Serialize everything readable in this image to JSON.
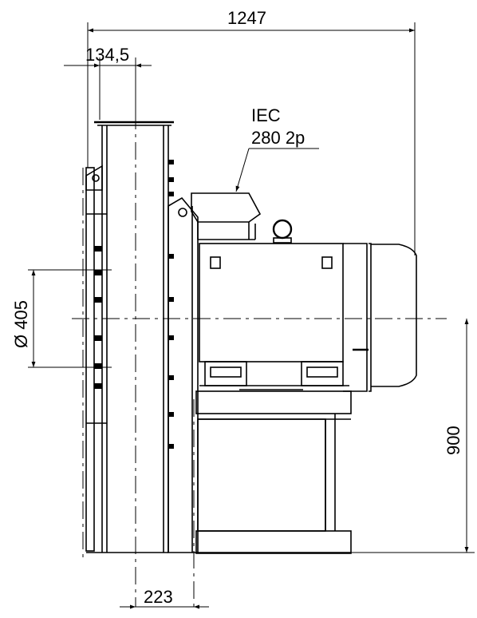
{
  "dimensions": {
    "overall_length": "1247",
    "flange_offset": "134,5",
    "outlet_diameter": "Ø 405",
    "shaft_height": "900",
    "base_offset": "223"
  },
  "motor_label": {
    "line1": "IEC",
    "line2": "280 2p"
  }
}
